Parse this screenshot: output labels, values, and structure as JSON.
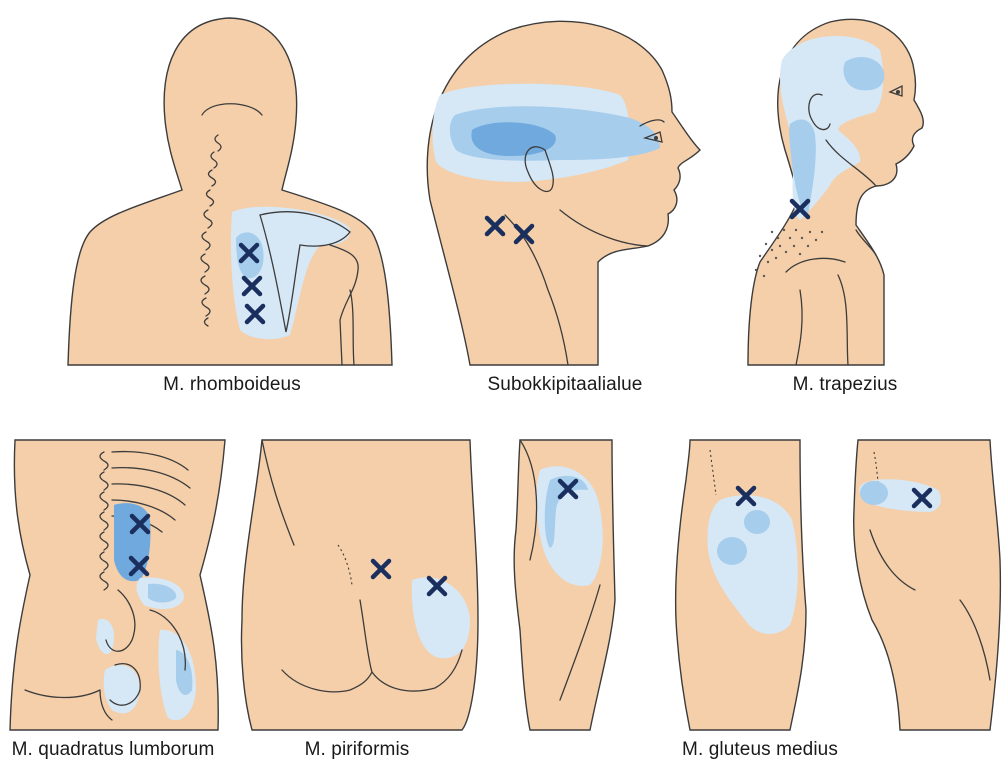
{
  "colors": {
    "skin": "#f5cfa9",
    "outline": "#3c3c3c",
    "pain_light": "#d6e7f6",
    "pain_medium": "#a6cdec",
    "pain_dark": "#6fa9dd",
    "trigger_mark": "#1a2f5e"
  },
  "trigger_marker_icon": "x-cross-icon",
  "figures": [
    {
      "id": "rhomboideus",
      "label": "M. rhomboideus",
      "view": "upper-back",
      "trigger_point_count": 3
    },
    {
      "id": "suboccipital",
      "label": "Subokkipitaalialue",
      "view": "head-side",
      "trigger_point_count": 2
    },
    {
      "id": "trapezius",
      "label": "M. trapezius",
      "view": "head-neck-side",
      "trigger_point_count": 1
    },
    {
      "id": "quadratus",
      "label": "M. quadratus lumborum",
      "view": "lower-back",
      "trigger_point_count": 2
    },
    {
      "id": "piriformis",
      "label": "M. piriformis",
      "view": "buttocks-back",
      "trigger_point_count": 2
    },
    {
      "id": "gluteus",
      "label": "M. gluteus medius",
      "view": "hip-side-three-views",
      "trigger_point_count": 3
    }
  ]
}
